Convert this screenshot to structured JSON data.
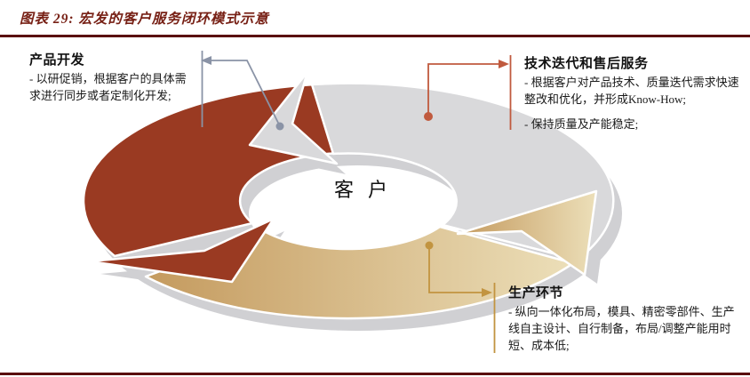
{
  "figure": {
    "title": "图表 29: 宏发的客户服务闭环模式示意",
    "center_label": "客户",
    "diagram_type": "closed-loop customer service cycle, 3 curved arrows (counterclockwise)"
  },
  "blocks": {
    "product": {
      "heading": "产品开发",
      "body": [
        "- 以研促销，根据客户的具体需求进行同步或者定制化开发;"
      ]
    },
    "tech": {
      "heading": "技术迭代和售后服务",
      "body": [
        "- 根据客户对产品技术、质量迭代需求快速整改和优化，并形成Know-How;",
        "- 保持质量及产能稳定;"
      ]
    },
    "production": {
      "heading": "生产环节",
      "body": [
        "- 纵向一体化布局，模具、精密零部件、生产线自主设计、自行制备，布局/调整产能用时短、成本低;"
      ]
    }
  },
  "icons": {
    "left_connector_arrowhead": "arrow-left-icon",
    "right_connector_arrowhead": "arrow-right-icon",
    "bottom_connector_arrowhead": "arrow-right-icon"
  },
  "colors": {
    "maroon_text": "#772015",
    "maroon_rule": "#5a0d0a",
    "arrow_red": "#9a3a22",
    "arrow_gray": "#d9d9db",
    "arrow_shadow": "#d0d0d3",
    "tan_dark": "#c49a5e",
    "tan_light": "#ecdfb9",
    "connector_blue": "#8a93a6",
    "connector_orange": "#c05a3e",
    "connector_gold": "#c29440",
    "text_black": "#1a1a1a"
  }
}
